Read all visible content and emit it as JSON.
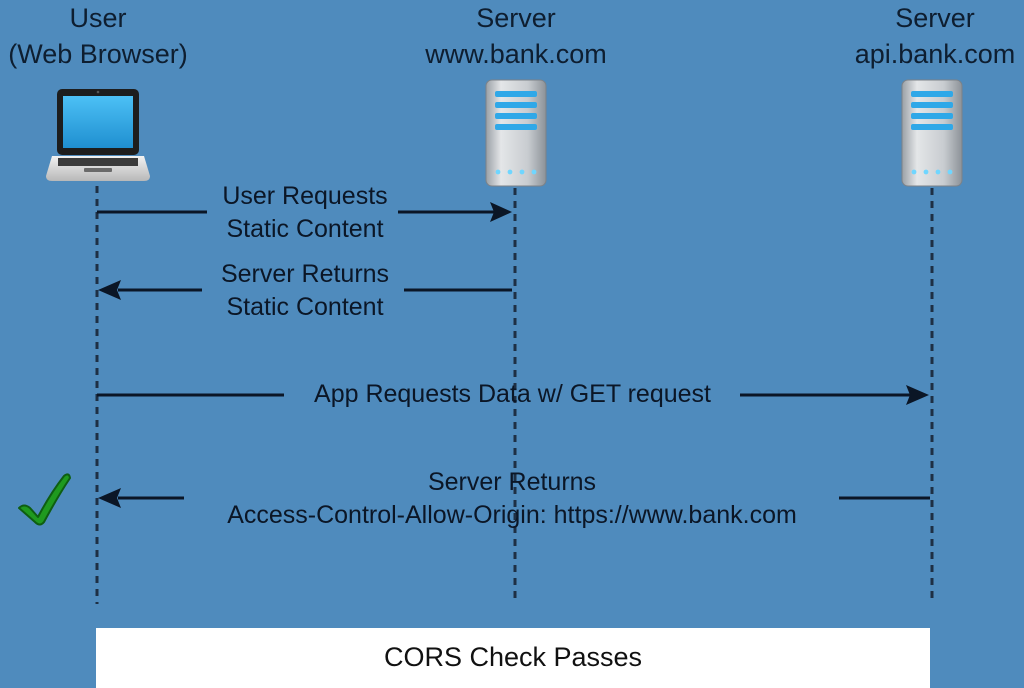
{
  "actors": [
    {
      "id": "user",
      "title": "User",
      "subtitle": "(Web Browser)",
      "icon": "laptop-icon"
    },
    {
      "id": "www",
      "title": "Server",
      "subtitle": "www.bank.com",
      "icon": "server-icon"
    },
    {
      "id": "api",
      "title": "Server",
      "subtitle": "api.bank.com",
      "icon": "server-icon"
    }
  ],
  "messages": [
    {
      "from": "user",
      "to": "www",
      "line1": "User Requests",
      "line2": "Static Content"
    },
    {
      "from": "www",
      "to": "user",
      "line1": "Server Returns",
      "line2": "Static Content"
    },
    {
      "from": "user",
      "to": "api",
      "line1": "App Requests Data w/ GET request",
      "line2": ""
    },
    {
      "from": "api",
      "to": "user",
      "line1": "Server Returns",
      "line2": "Access-Control-Allow-Origin: https://www.bank.com"
    }
  ],
  "status_icon": "checkmark-icon",
  "footer": {
    "text": "CORS Check Passes"
  },
  "colors": {
    "background": "#4f8bbd",
    "check": "#1f9a1f",
    "screen": "#2ea3e0"
  }
}
